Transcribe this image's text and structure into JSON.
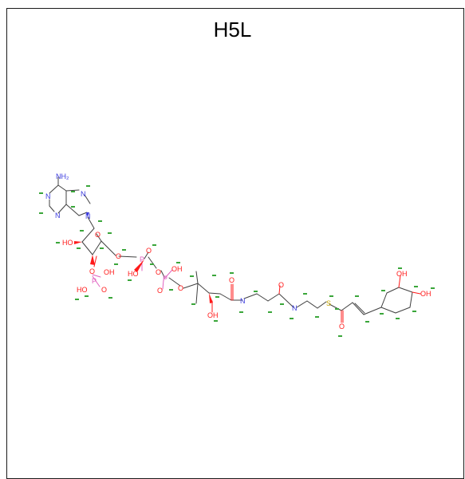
{
  "figure": {
    "title": "H5L"
  },
  "colors": {
    "bond": "#404040",
    "oxygen": "#ff1a1a",
    "nitrogen": "#3a3adf",
    "phosphorus": "#e060c0",
    "sulfur": "#c8a800",
    "atom_label": "#3aa63a"
  },
  "atoms": {
    "nh2": "NH₂",
    "n1": "N",
    "n3": "N",
    "n7": "N",
    "n9": "N",
    "ribose_o": "O",
    "ho_2": "HO",
    "o3": "O",
    "p3": "P",
    "p3_oh": "OH",
    "p3_ho": "HO",
    "p3_o": "O",
    "o5": "O",
    "pa": "P",
    "pa_o": "O",
    "pa_ho": "HO",
    "o_bridge": "O",
    "pb": "P",
    "pb_oh": "OH",
    "pb_o": "O",
    "o6": "O",
    "oh_pant": "OH",
    "o_amide1": "O",
    "n_amide1": "N",
    "o_amide2": "O",
    "n_amide2": "N",
    "s": "S",
    "o_thio": "O",
    "oh_3": "OH",
    "oh_4": "OH"
  }
}
